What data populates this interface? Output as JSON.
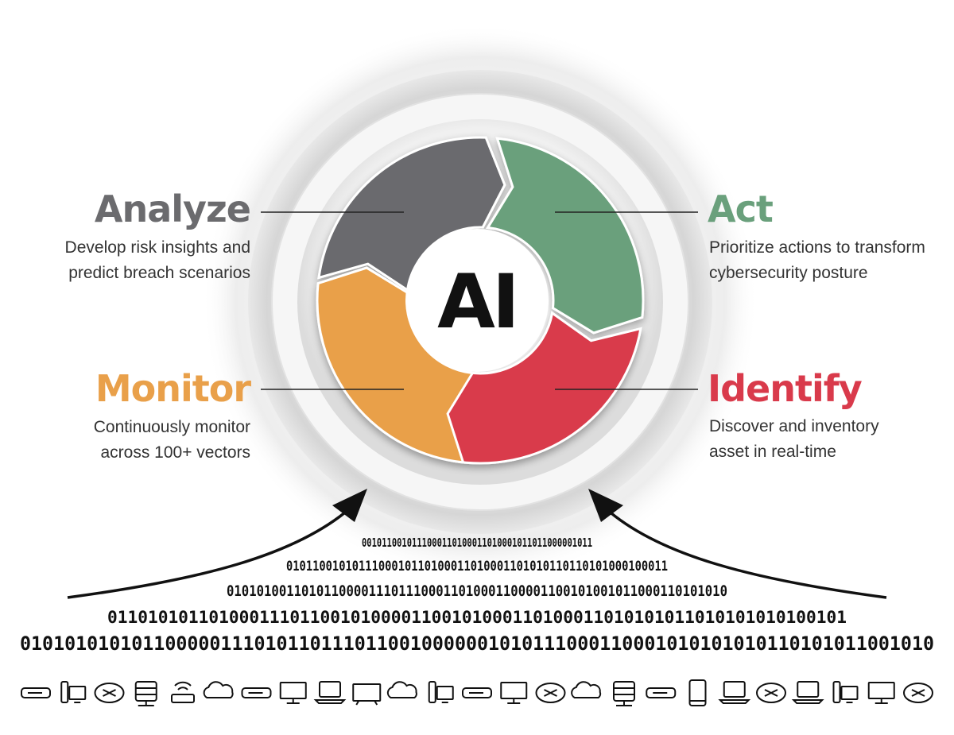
{
  "center_label": "AI",
  "stages": {
    "analyze": {
      "title": "Analyze",
      "line1": "Develop risk insights and",
      "line2": "predict breach scenarios",
      "color": "#6b6b6e"
    },
    "act": {
      "title": "Act",
      "line1": "Prioritize actions to transform",
      "line2": "cybersecurity posture",
      "color": "#6aa07c"
    },
    "monitor": {
      "title": "Monitor",
      "line1": "Continuously monitor",
      "line2": "across 100+ vectors",
      "color": "#e9a04a"
    },
    "identify": {
      "title": "Identify",
      "line1": "Discover and inventory",
      "line2": "asset in real-time",
      "color": "#d93a4b"
    }
  },
  "binary_rows": [
    "0010110010111000110100011010001011011000001011",
    "0101100101011100010110100011010001101010110110101000100011",
    "0101010011010110000111011100011010001100001100101001011000110101010",
    "0110101011010001110110010100001100101000110100011010101011010101010100101",
    "0101010101011000001110101101110110010000001010111000110001010101010110101011001010"
  ],
  "device_icons": [
    "server-icon",
    "desktop-icon",
    "router-icon",
    "server-rack-icon",
    "wifi-router-icon",
    "cloud-icon",
    "server-icon",
    "monitor-icon",
    "laptop-icon",
    "tv-icon",
    "cloud-icon",
    "desktop-icon",
    "server-icon",
    "monitor-icon",
    "router-icon",
    "cloud-icon",
    "server-rack-icon",
    "server-icon",
    "phone-icon",
    "laptop-icon",
    "router-icon",
    "laptop-icon",
    "desktop-icon",
    "monitor-icon",
    "router-icon"
  ]
}
